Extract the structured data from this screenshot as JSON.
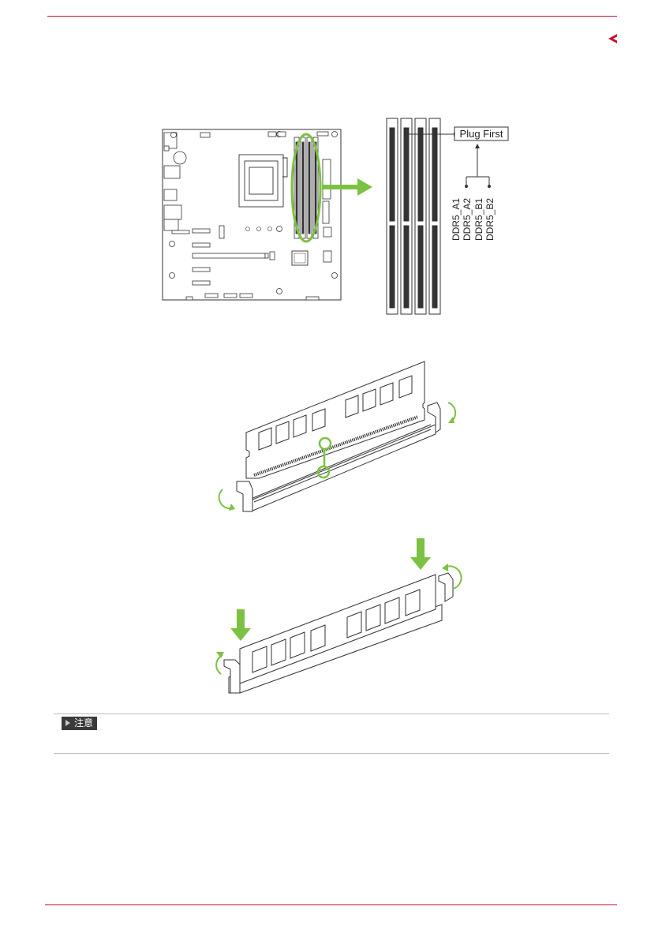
{
  "figure1": {
    "callout": "Plug First",
    "slot_labels": [
      "DDR5_A1",
      "DDR5_A2",
      "DDR5_B1",
      "DDR5_B2"
    ]
  },
  "note": {
    "label": "注意"
  },
  "colors": {
    "accent_red": "#c8102e",
    "highlight_green": "#7cc242"
  },
  "icons": {
    "back": "chevron-left-icon",
    "note": "triangle-right-icon"
  }
}
